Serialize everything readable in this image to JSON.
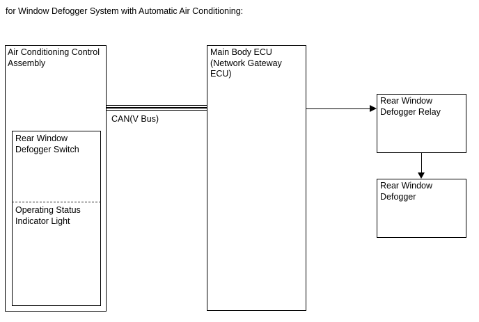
{
  "colors": {
    "background": "#ffffff",
    "line": "#000000",
    "text": "#000000"
  },
  "title": "for Window Defogger System with Automatic Air Conditioning:",
  "diagram": {
    "nodes": {
      "ac_assembly": {
        "label": "Air Conditioning Control\nAssembly"
      },
      "defogger_switch": {
        "label": "Rear Window\nDefogger Switch"
      },
      "indicator_light": {
        "label": "Operating Status\nIndicator Light"
      },
      "main_body_ecu": {
        "label": "Main Body ECU\n(Network Gateway ECU)"
      },
      "defogger_relay": {
        "label": "Rear Window\nDefogger Relay"
      },
      "rear_defogger": {
        "label": "Rear Window\nDefogger"
      }
    },
    "connections": {
      "can_bus": {
        "type": "bus",
        "label": "CAN(V Bus)",
        "from": "ac_assembly",
        "to": "main_body_ecu"
      },
      "ecu_to_relay": {
        "type": "arrow-right",
        "from": "main_body_ecu",
        "to": "defogger_relay"
      },
      "relay_to_defogger": {
        "type": "arrow-down",
        "from": "defogger_relay",
        "to": "rear_defogger"
      }
    }
  }
}
